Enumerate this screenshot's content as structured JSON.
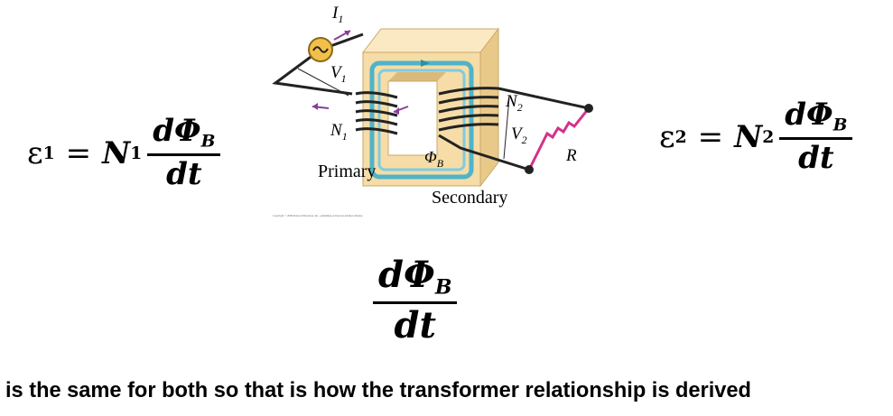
{
  "equations": {
    "left": {
      "lhs": "ε",
      "lhs_sub": "1",
      "eq": "=",
      "coef": "N",
      "coef_sub": "1",
      "numerator": "dΦ",
      "numerator_sub": "B",
      "denominator": "dt"
    },
    "right": {
      "lhs": "ε",
      "lhs_sub": "2",
      "eq": "=",
      "coef": "N",
      "coef_sub": "2",
      "numerator": "dΦ",
      "numerator_sub": "B",
      "denominator": "dt"
    },
    "center": {
      "numerator": "dΦ",
      "numerator_sub": "B",
      "denominator": "dt"
    }
  },
  "diagram": {
    "labels": {
      "current": "I",
      "current_sub": "1",
      "voltage1": "V",
      "voltage1_sub": "1",
      "turns1": "N",
      "turns1_sub": "1",
      "turns2": "N",
      "turns2_sub": "2",
      "voltage2": "V",
      "voltage2_sub": "2",
      "resistor": "R",
      "flux": "Φ",
      "flux_sub": "B",
      "primary": "Primary",
      "secondary": "Secondary",
      "copyright": "Copyright © 2008 Pearson Education, Inc., publishing as Pearson Addison-Wesley."
    },
    "colors": {
      "core_front": "#f6dca6",
      "core_side": "#e9c98a",
      "core_top": "#fbe9c4",
      "flux": "#4fb3c9",
      "arrow": "#8a3c9a",
      "resistor": "#d2338a",
      "source": "#f2c04a"
    }
  },
  "caption": "is the same for both so that is how the transformer relationship is derived"
}
